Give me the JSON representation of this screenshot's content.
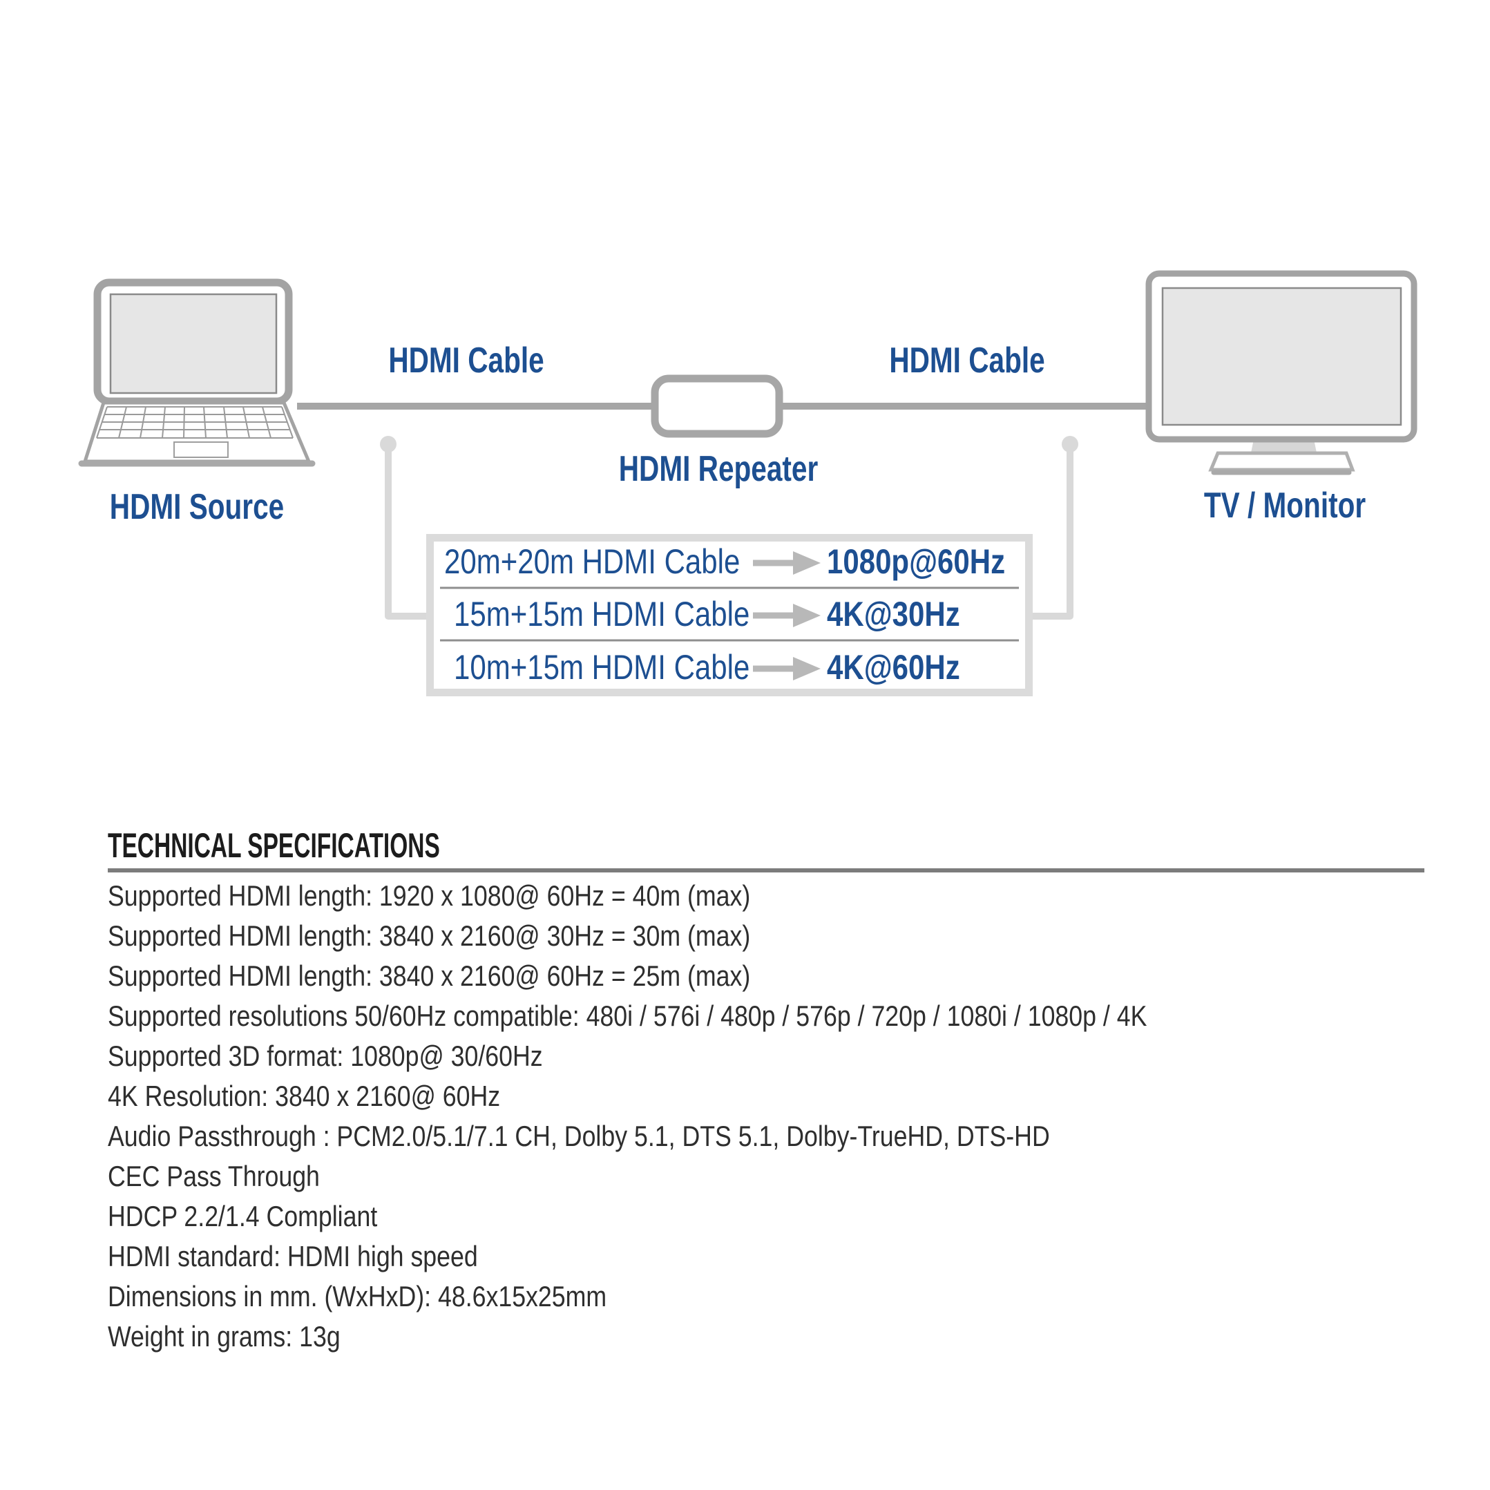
{
  "diagram": {
    "source_label": "HDMI Source",
    "cable_label_left": "HDMI Cable",
    "cable_label_right": "HDMI Cable",
    "repeater_label": "HDMI Repeater",
    "monitor_label": "TV / Monitor",
    "cable_table": {
      "rows": [
        {
          "cable": "20m+20m HDMI Cable",
          "result": "1080p@60Hz"
        },
        {
          "cable": "15m+15m HDMI Cable",
          "result": "4K@30Hz"
        },
        {
          "cable": "10m+15m HDMI Cable",
          "result": "4K@60Hz"
        }
      ]
    }
  },
  "specs": {
    "title": "TECHNICAL SPECIFICATIONS",
    "lines": [
      "Supported HDMI length: 1920 x 1080@ 60Hz = 40m (max)",
      "Supported HDMI length: 3840 x 2160@ 30Hz = 30m (max)",
      "Supported HDMI length: 3840 x 2160@ 60Hz = 25m (max)",
      "Supported resolutions 50/60Hz compatible: 480i / 576i / 480p / 576p / 720p / 1080i / 1080p / 4K",
      "Supported 3D format: 1080p@ 30/60Hz",
      "4K Resolution: 3840 x 2160@ 60Hz",
      "Audio Passthrough : PCM2.0/5.1/7.1 CH, Dolby 5.1, DTS 5.1, Dolby-TrueHD, DTS-HD",
      "CEC Pass Through",
      "HDCP 2.2/1.4 Compliant",
      "HDMI standard: HDMI high speed",
      "Dimensions in mm. (WxHxD): 48.6x15x25mm",
      "Weight in grams: 13g"
    ]
  },
  "colors": {
    "brand_navy": "#1d4f91",
    "cable_gray": "#a6a6a6",
    "connector_gray": "#d9d9d9",
    "arrow_gray": "#b8b8b8",
    "spec_text": "#2e2e2e"
  }
}
